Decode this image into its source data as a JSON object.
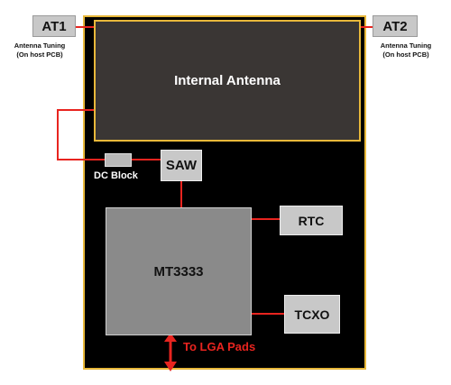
{
  "diagram": {
    "colors": {
      "board": "#000000",
      "border": "#e8b83a",
      "antenna": "#3a3634",
      "trace": "#e8241f",
      "chip": "#c8c8c8",
      "soc": "#8a8a8a"
    },
    "antenna_label": "Internal Antenna",
    "at1": {
      "label": "AT1",
      "note_line1": "Antenna Tuning",
      "note_line2": "(On host PCB)"
    },
    "at2": {
      "label": "AT2",
      "note_line1": "Antenna Tuning",
      "note_line2": "(On host PCB)"
    },
    "dc_block_label": "DC Block",
    "saw_label": "SAW",
    "soc_label": "MT3333",
    "rtc_label": "RTC",
    "tcxo_label": "TCXO",
    "lga_label": "To LGA Pads"
  }
}
